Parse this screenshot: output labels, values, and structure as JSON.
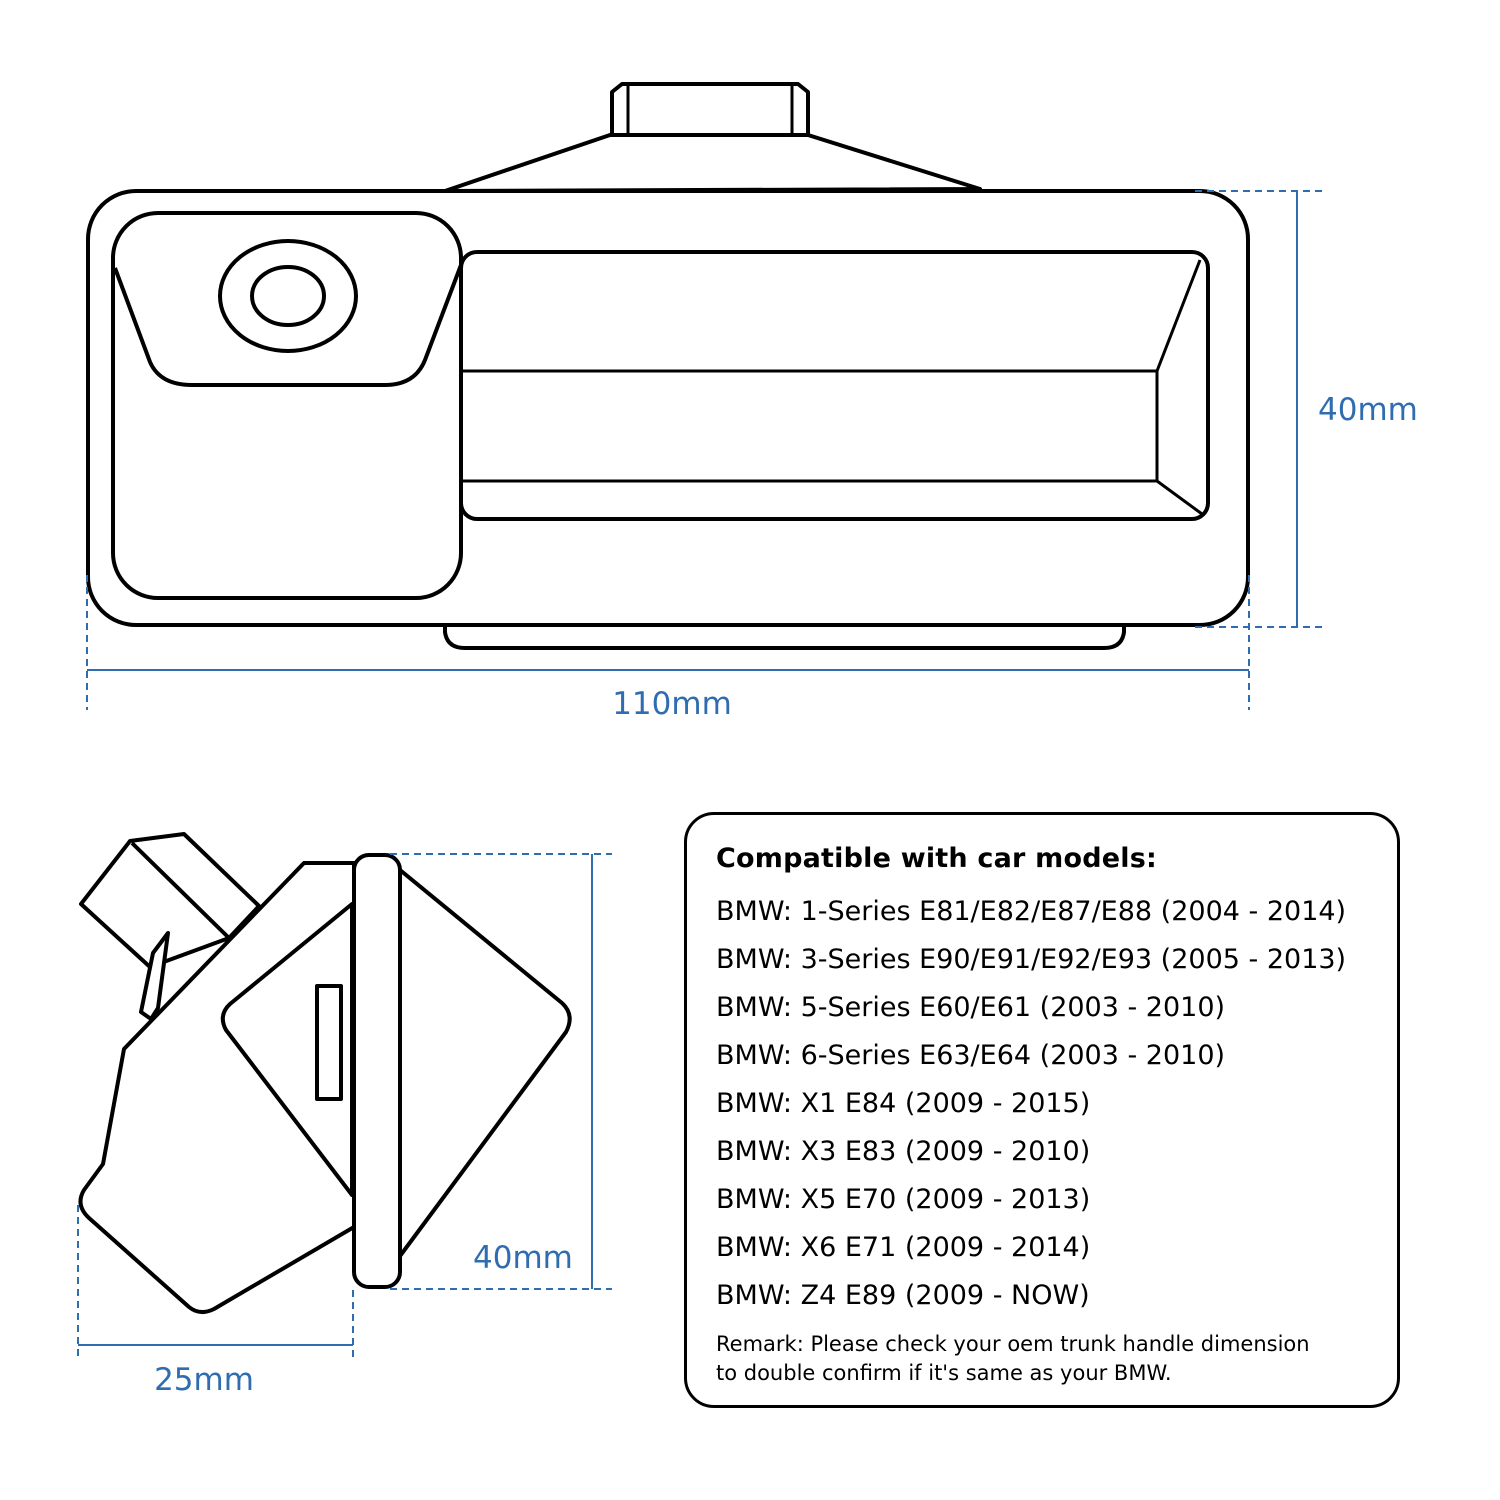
{
  "dimensions": {
    "top_height": "40mm",
    "top_width": "110mm",
    "side_height": "40mm",
    "side_depth": "25mm"
  },
  "colors": {
    "dimension": "#2f6db0",
    "outline": "#000000"
  },
  "compatibility": {
    "title": "Compatible with car models:",
    "models": [
      "BMW: 1-Series E81/E82/E87/E88 (2004 - 2014)",
      "BMW: 3-Series E90/E91/E92/E93 (2005 - 2013)",
      "BMW: 5-Series E60/E61  (2003 - 2010)",
      "BMW: 6-Series E63/E64 (2003 - 2010)",
      "BMW: X1 E84 (2009 - 2015)",
      "BMW: X3 E83 (2009 - 2010)",
      "BMW: X5 E70 (2009 - 2013)",
      "BMW: X6 E71  (2009 - 2014)",
      "BMW: Z4 E89 (2009 - NOW)"
    ],
    "remark_line1": "Remark: Please check your oem trunk handle dimension",
    "remark_line2": "to double confirm if it's same as your BMW."
  }
}
